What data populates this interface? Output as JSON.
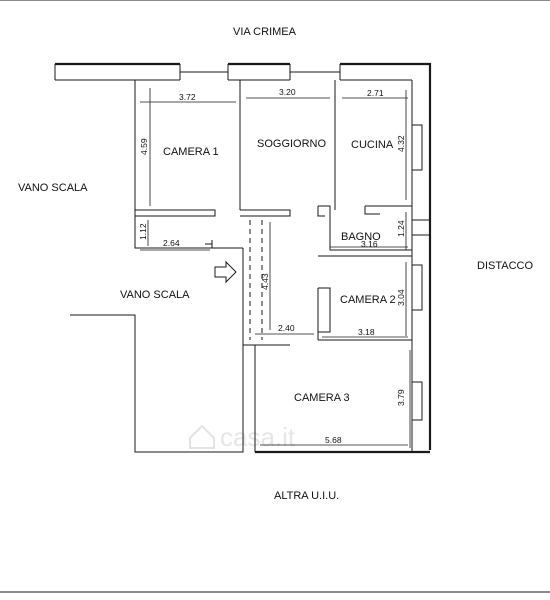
{
  "surroundings": {
    "north": "VIA CRIMEA",
    "west_top": "VANO SCALA",
    "west_inner": "VANO SCALA",
    "east": "DISTACCO",
    "south": "ALTRA U.I.U."
  },
  "rooms": {
    "camera1": "CAMERA 1",
    "soggiorno": "SOGGIORNO",
    "cucina": "CUCINA",
    "bagno": "BAGNO",
    "camera2": "CAMERA 2",
    "camera3": "CAMERA 3"
  },
  "dimensions": {
    "camera1_width": "3.72",
    "camera1_depth": "4.59",
    "soggiorno_width": "3.20",
    "cucina_width": "2.71",
    "cucina_depth": "4.32",
    "closet_depth": "1.12",
    "closet_width": "2.64",
    "bagno_width": "3.16",
    "bagno_depth": "1.24",
    "hall_depth": "4.43",
    "hall_width": "2.40",
    "camera2_depth": "3.04",
    "camera2_width": "3.18",
    "camera3_depth": "3.79",
    "camera3_width": "5.68"
  },
  "watermark": "casa.it",
  "icons": [
    "entrance-arrow-icon",
    "house-icon"
  ]
}
